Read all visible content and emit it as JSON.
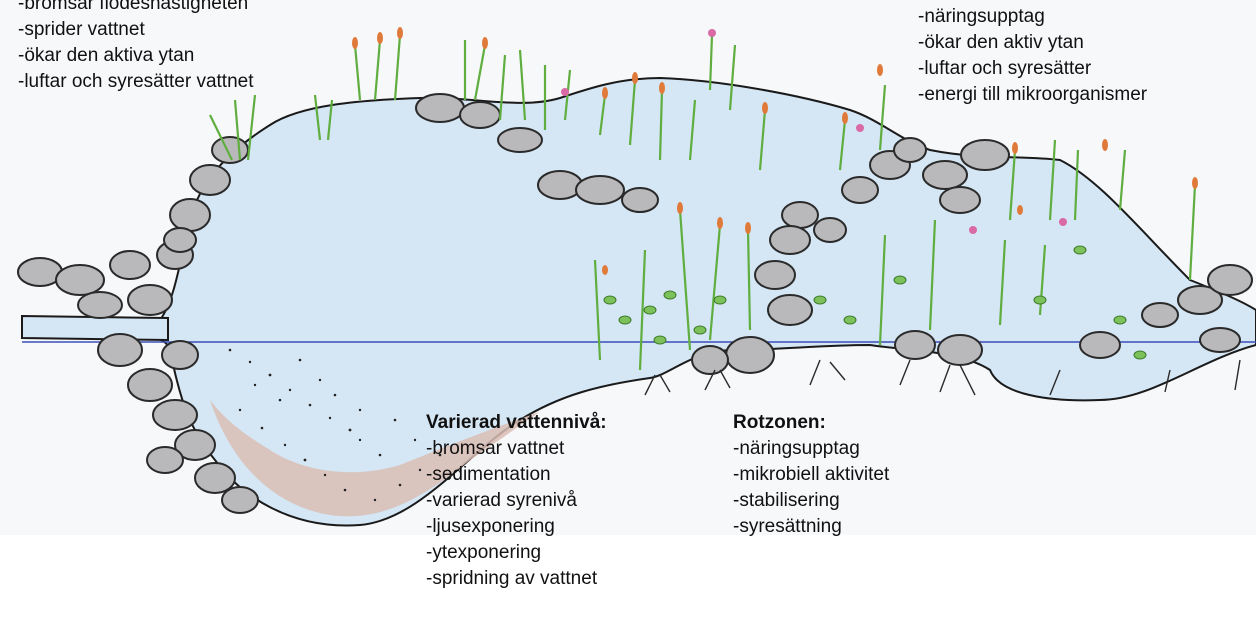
{
  "annotations": {
    "top_left": {
      "lines": [
        "-bromsar flödeshastigheten",
        "-sprider vattnet",
        "-ökar den aktiva ytan",
        "-luftar och syresätter vattnet"
      ]
    },
    "top_right": {
      "lines": [
        "-näringsupptag",
        "-ökar den aktiv ytan",
        "-luftar och syresätter",
        "-energi till mikroorganismer"
      ]
    },
    "varierad": {
      "heading": "Varierad vattennivå:",
      "lines": [
        "-bromsar vattnet",
        "-sedimentation",
        "-varierad syrenivå",
        "-ljusexponering",
        "-ytexponering",
        "-spridning av vattnet"
      ]
    },
    "rotzonen": {
      "heading": "Rotzonen:",
      "lines": [
        "-näringsupptag",
        "-mikrobiell aktivitet",
        "-stabilisering",
        "-syresättning"
      ]
    }
  },
  "colors": {
    "water": "#cfe3f4",
    "water_line": "#3b4fb8",
    "stone": "#b9b9bb",
    "stone_outline": "#2a2a2a",
    "sediment": "#c8a49a",
    "plant_green": "#5fae3f",
    "cattail_orange": "#e07a3a",
    "flower_pink": "#d96aa6"
  },
  "icons": [
    "stone-icon",
    "reed-icon",
    "cattail-icon",
    "flower-icon",
    "root-icon"
  ]
}
